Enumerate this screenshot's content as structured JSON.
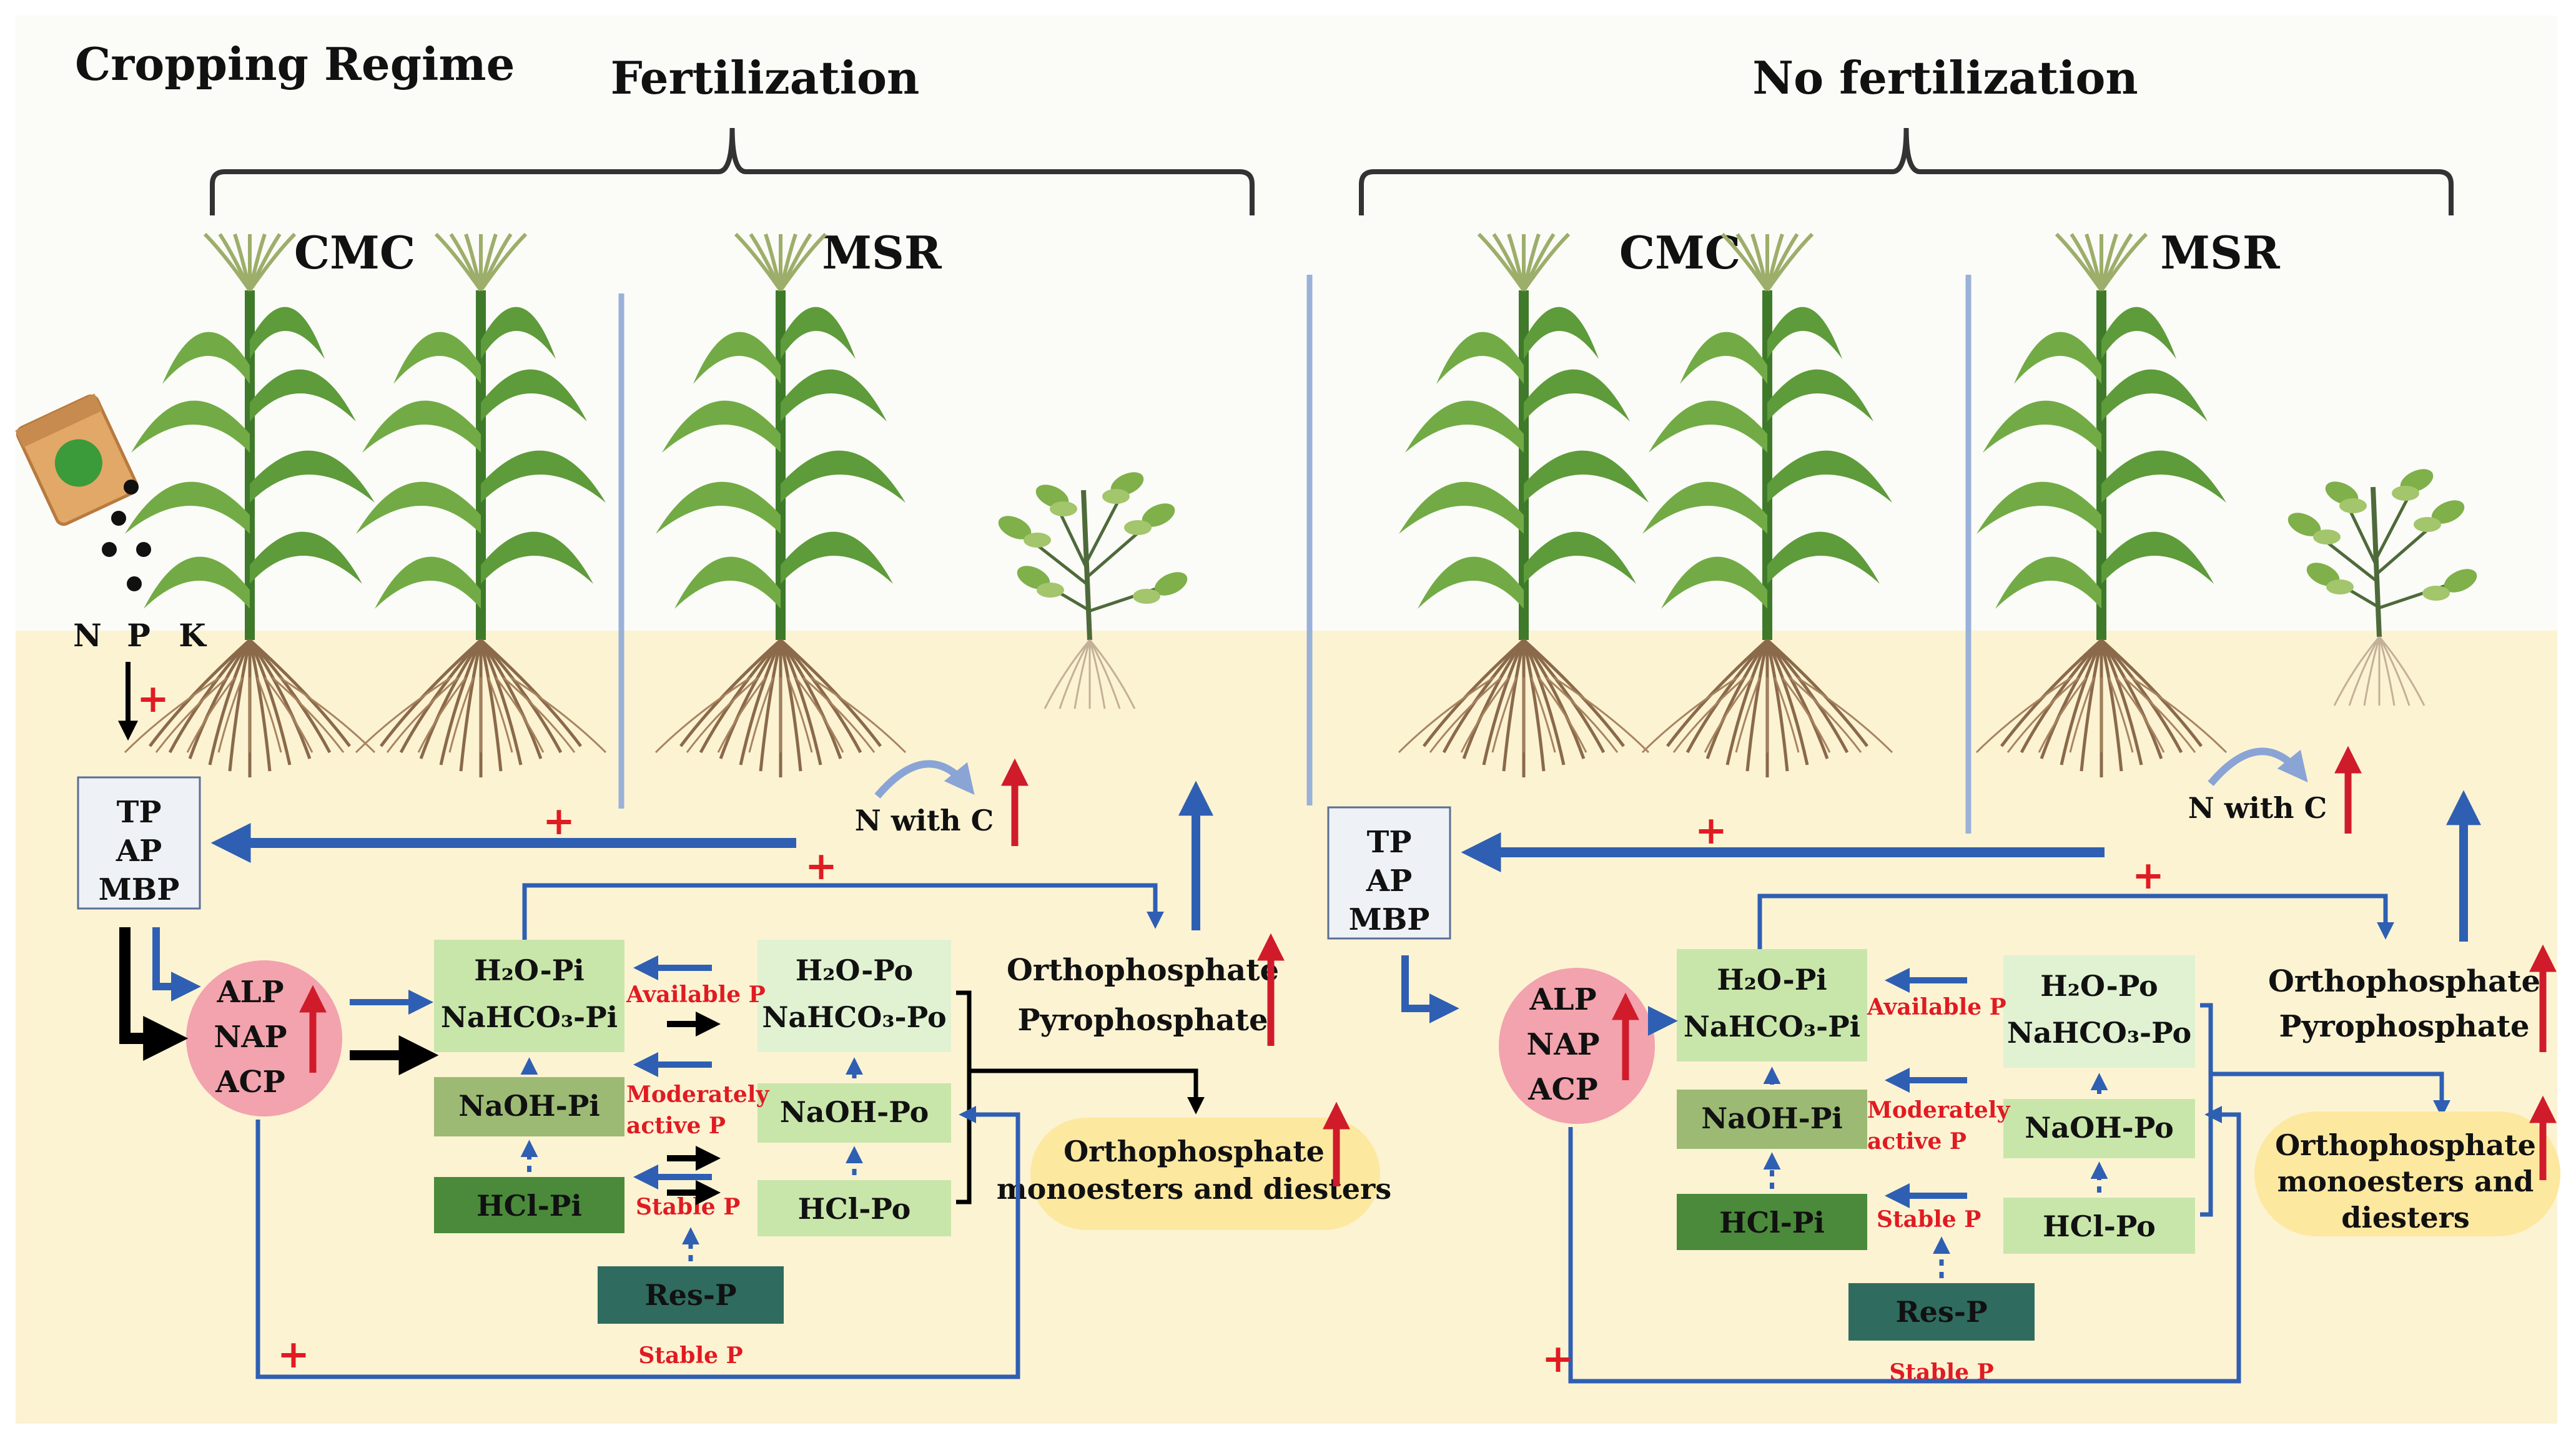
{
  "figure": {
    "title": "Cropping Regime",
    "colors": {
      "sky": "#fbfbf8",
      "soil": "#fcf3d3",
      "brace": "#333333",
      "divider": "#9ab1d8",
      "flow_blue": "#2f5fb3",
      "flow_black": "#000000",
      "plus_red": "#e01b22",
      "up_red": "#d01b2b",
      "label_red": "#e01b22",
      "enzyme_circle": "#f2a3ad",
      "box_light": "#c8e6aa",
      "box_lighter": "#e1f2d3",
      "box_mid": "#9cba74",
      "box_dark": "#4a8a3a",
      "box_res": "#2f6b5e",
      "oval_yellow": "#fde8a0",
      "leaf": "#5e9b3a",
      "leaf_dark": "#3e7a2a",
      "root": "#8a6a4a"
    },
    "fertilizer": {
      "icon": "fertilizer-bag-icon",
      "labels": [
        "N",
        "P",
        "K"
      ]
    },
    "panels": [
      {
        "key": "fert",
        "heading": "Fertilization",
        "systems": [
          "CMC",
          "MSR"
        ],
        "soil_pool": [
          "TP",
          "AP",
          "MBP"
        ],
        "enzymes": [
          "ALP",
          "NAP",
          "ACP"
        ],
        "n_with_c": "N with C",
        "inorganic": {
          "available_top": "H₂O-Pi",
          "available_bottom": "NaHCO₃-Pi",
          "moderate": "NaOH-Pi",
          "stable": "HCl-Pi"
        },
        "organic": {
          "available_top": "H₂O-Po",
          "available_bottom": "NaHCO₃-Po",
          "moderate": "NaOH-Po",
          "stable": "HCl-Po"
        },
        "residual": "Res-P",
        "labels": {
          "available": "Available P",
          "moderate_1": "Moderately",
          "moderate_2": "active P",
          "stable_mid": "Stable P",
          "stable_bottom": "Stable P"
        },
        "ortho": [
          "Orthophosphate",
          "Pyrophosphate"
        ],
        "mono": [
          "Orthophosphate",
          "monoesters and diesters"
        ],
        "plus": "+"
      },
      {
        "key": "nofert",
        "heading": "No fertilization",
        "systems": [
          "CMC",
          "MSR"
        ],
        "soil_pool": [
          "TP",
          "AP",
          "MBP"
        ],
        "enzymes": [
          "ALP",
          "NAP",
          "ACP"
        ],
        "n_with_c": "N with C",
        "inorganic": {
          "available_top": "H₂O-Pi",
          "available_bottom": "NaHCO₃-Pi",
          "moderate": "NaOH-Pi",
          "stable": "HCl-Pi"
        },
        "organic": {
          "available_top": "H₂O-Po",
          "available_bottom": "NaHCO₃-Po",
          "moderate": "NaOH-Po",
          "stable": "HCl-Po"
        },
        "residual": "Res-P",
        "labels": {
          "available": "Available P",
          "moderate_1": "Moderately",
          "moderate_2": "active P",
          "stable_mid": "Stable P",
          "stable_bottom": "Stable P"
        },
        "ortho": [
          "Orthophosphate",
          "Pyrophosphate"
        ],
        "mono": [
          "Orthophosphate",
          "monoesters and",
          "diesters"
        ],
        "plus": "+"
      }
    ]
  }
}
